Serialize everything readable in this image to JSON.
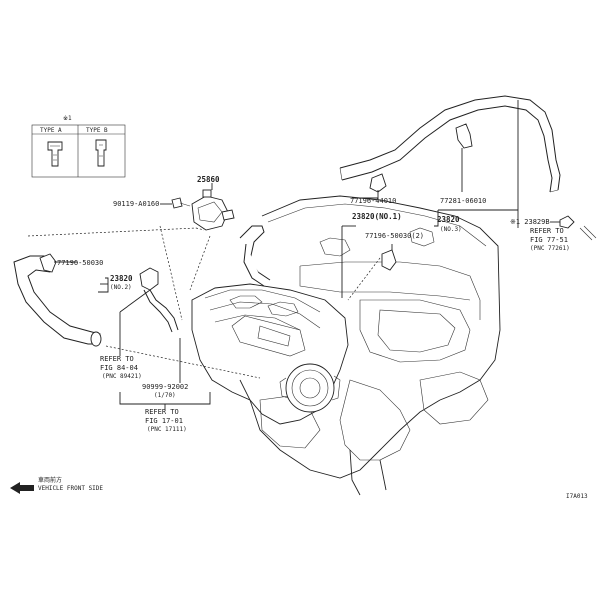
{
  "legend": {
    "title": "※1",
    "type_a": "TYPE A",
    "type_b": "TYPE B"
  },
  "callouts": {
    "p25860": "25860",
    "p90119": "90119-A0160",
    "p77196_50030_left": "77196-50030",
    "p23820_left": "23820",
    "p23820_left_sub": "(NO.2)",
    "p77196_44010": "77196-44010",
    "p77281": "77281-06010",
    "p23820_mid": "23820(NO.1)",
    "p77196_50030_mid": "77196-50030(2)",
    "p23820_right": "23820",
    "p23820_right_sub": "(NO.3)",
    "p23829b": "※1 23829B",
    "refer_right_1": "REFER TO",
    "refer_right_2": "FIG 77-51",
    "refer_right_3": "(PNC 77261)",
    "refer_left_1": "REFER TO",
    "refer_left_2": "FIG 84-04",
    "refer_left_3": "(PNC 89421)",
    "p90999": "90999-92002",
    "p90999_sub": "(1/70)",
    "refer_bottom_1": "REFER TO",
    "refer_bottom_2": "FIG 17-01",
    "refer_bottom_3": "(PNC 17111)",
    "front_jp": "車両前方",
    "front_en": "VEHICLE FRONT SIDE",
    "diagram_id": "I7A013"
  }
}
